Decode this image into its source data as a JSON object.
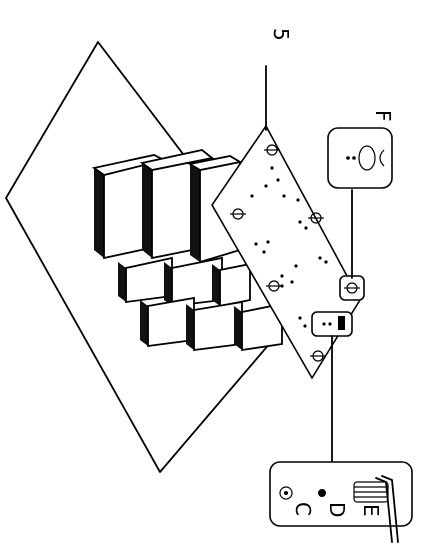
{
  "labels": {
    "panel": "5",
    "detail_f": "F",
    "detail_c": "C",
    "detail_d": "D",
    "detail_e": "E"
  },
  "colors": {
    "line": "#000000",
    "background": "#ffffff"
  },
  "icons": {
    "screw": "screw-icon",
    "bracket": "bracket-icon",
    "hole": "hole-icon"
  }
}
